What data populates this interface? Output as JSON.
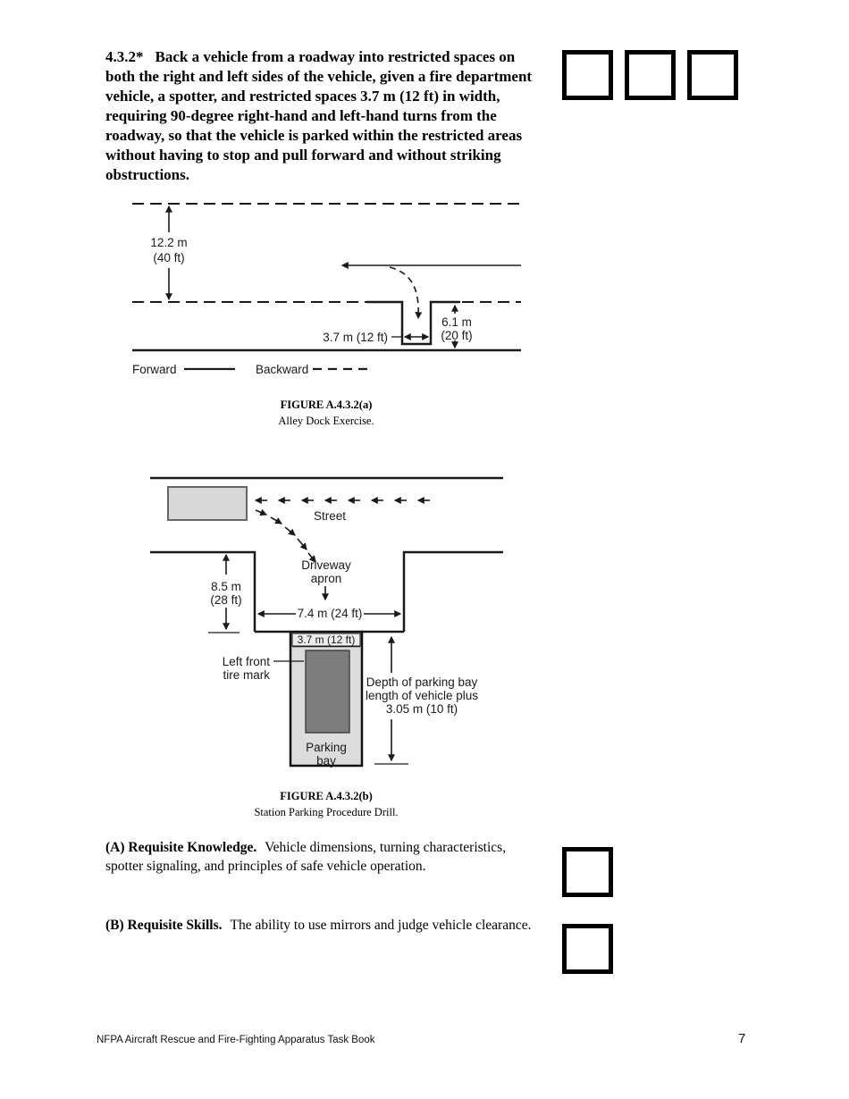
{
  "page": {
    "section_number": "4.3.2*",
    "task_text": "Back a vehicle from a roadway into restricted spaces on both the right and left sides of the vehicle, given a fire department vehicle, a spotter, and restricted spaces 3.7 m (12 ft) in width, requiring 90-degree right-hand and left-hand turns from the roadway, so that the vehicle is parked within the restricted areas without having to stop and pull forward and without striking obstructions."
  },
  "figure_a": {
    "caption_title": "FIGURE A.4.3.2(a)",
    "caption_subtitle": "Alley Dock Exercise.",
    "labels": {
      "road_width_m": "12.2 m",
      "road_width_ft": "(40 ft)",
      "dock_width": "3.7 m (12 ft)",
      "dock_depth_m": "6.1 m",
      "dock_depth_ft": "(20 ft)",
      "legend_forward": "Forward",
      "legend_backward": "Backward"
    }
  },
  "figure_b": {
    "caption_title": "FIGURE A.4.3.2(b)",
    "caption_subtitle": "Station Parking Procedure Drill.",
    "labels": {
      "street": "Street",
      "driveway_line1": "Driveway",
      "driveway_line2": "apron",
      "apron_depth_m": "8.5 m",
      "apron_depth_ft": "(28 ft)",
      "apron_width": "7.4 m (24 ft)",
      "bay_width": "3.7 m (12 ft)",
      "tire_line1": "Left front",
      "tire_line2": "tire mark",
      "depth_line1": "Depth of parking bay",
      "depth_line2": "length of vehicle plus",
      "depth_line3": "3.05 m (10 ft)",
      "bay_line1": "Parking",
      "bay_line2": "bay"
    }
  },
  "section_a": {
    "heading": "(A) Requisite Knowledge.",
    "body": "Vehicle dimensions, turning characteristics, spotter signaling, and principles of safe vehicle operation."
  },
  "section_b": {
    "heading": "(B) Requisite Skills.",
    "body": "The ability to use mirrors and judge vehicle clearance."
  },
  "footer": {
    "book_title": "NFPA Aircraft Rescue and Fire-Fighting Apparatus Task Book",
    "page_number": "7"
  },
  "colors": {
    "ink": "#1a1a1a",
    "vehicle_fill": "#d8d8d8",
    "bay_fill": "#dcdcdc",
    "parked_vehicle_fill": "#7d7d7d"
  }
}
